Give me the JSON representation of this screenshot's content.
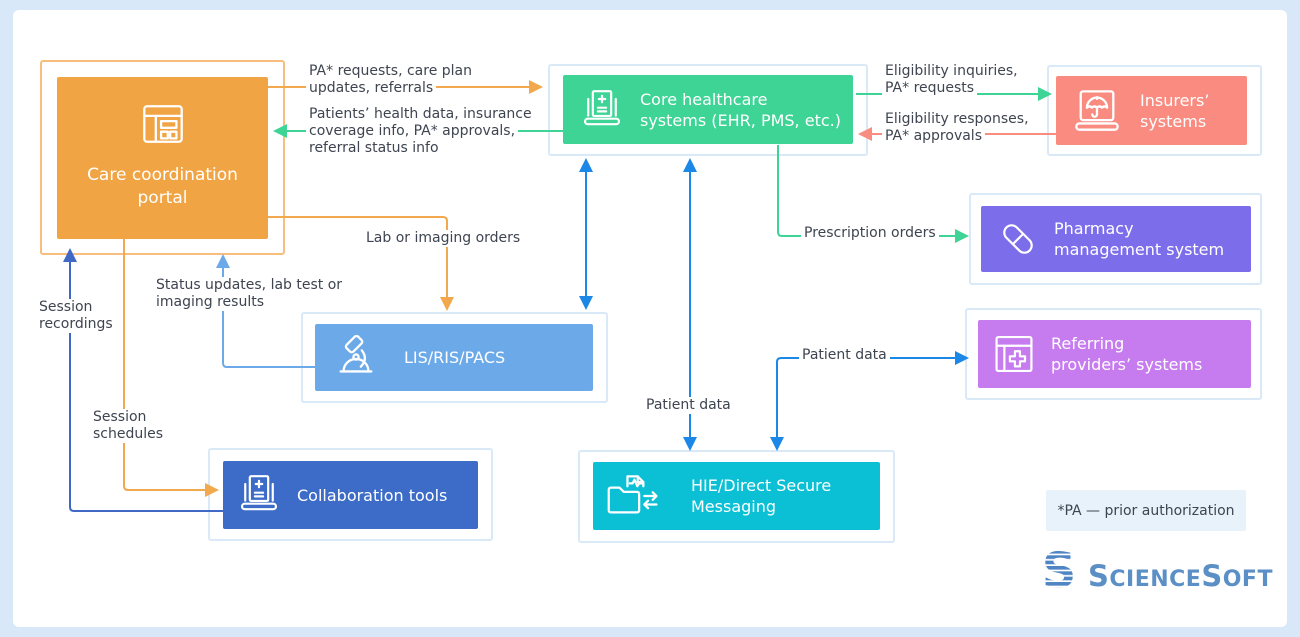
{
  "palette": {
    "background": "#D9E8F8",
    "panel": "#FFFFFF",
    "orange_box": "#F0A444",
    "orange_outline": "#F7BE7D",
    "orange_line": "#F2A84D",
    "green": "#3DD495",
    "salmon": "#F98B80",
    "purple": "#7C6DEB",
    "violet": "#C67CEF",
    "light_blue": "#6CA9E8",
    "dark_blue": "#3C6CC8",
    "teal": "#0BC0D5",
    "arrow_blue": "#1B87E6",
    "arrow_dark_blue": "#4069C6",
    "frame_border": "#D9E9F8",
    "label_text": "#3E4450",
    "footnote_bg": "#E8F2FB",
    "logo_blue": "#5B8FC5"
  },
  "nodes": {
    "portal": {
      "lines": [
        "Care coordination",
        "portal"
      ],
      "icon": "portal-window-icon"
    },
    "core": {
      "lines": [
        "Core healthcare",
        "systems (EHR, PMS, etc.)"
      ],
      "icon": "laptop-medical-doc-icon"
    },
    "insurers": {
      "lines": [
        "Insurers’",
        "systems"
      ],
      "icon": "laptop-umbrella-icon"
    },
    "pharmacy": {
      "lines": [
        "Pharmacy",
        "management system"
      ],
      "icon": "pill-icon"
    },
    "referring": {
      "lines": [
        "Referring",
        "providers’ systems"
      ],
      "icon": "browser-cross-icon"
    },
    "lis": {
      "lines": [
        "LIS/RIS/PACS"
      ],
      "icon": "microscope-icon"
    },
    "collab": {
      "lines": [
        "Collaboration tools"
      ],
      "icon": "laptop-medical-doc-icon"
    },
    "hie": {
      "lines": [
        "HIE/Direct Secure",
        "Messaging"
      ],
      "icon": "folder-exchange-icon"
    }
  },
  "edges": {
    "pa_requests": [
      "PA* requests, care plan",
      "updates, referrals"
    ],
    "patients_health": [
      "Patients’ health data, insurance",
      "coverage info, PA* approvals,",
      "referral status info"
    ],
    "eligibility_inquiries": [
      "Eligibility inquiries,",
      "PA* requests"
    ],
    "eligibility_responses": [
      "Eligibility responses,",
      "PA* approvals"
    ],
    "prescription_orders": [
      "Prescription orders"
    ],
    "lab_orders": [
      "Lab or imaging orders"
    ],
    "status_updates": [
      "Status updates, lab test or",
      "imaging results"
    ],
    "session_recordings": [
      "Session",
      "recordings"
    ],
    "session_schedules": [
      "Session",
      "schedules"
    ],
    "patient_data_hie": [
      "Patient data"
    ],
    "patient_data_referring": [
      "Patient data"
    ]
  },
  "footnote": {
    "text": "*PA — prior authorization"
  },
  "logo": {
    "part1": "S",
    "part2": "CIENCE",
    "part3": "S",
    "part4": "OFT"
  }
}
